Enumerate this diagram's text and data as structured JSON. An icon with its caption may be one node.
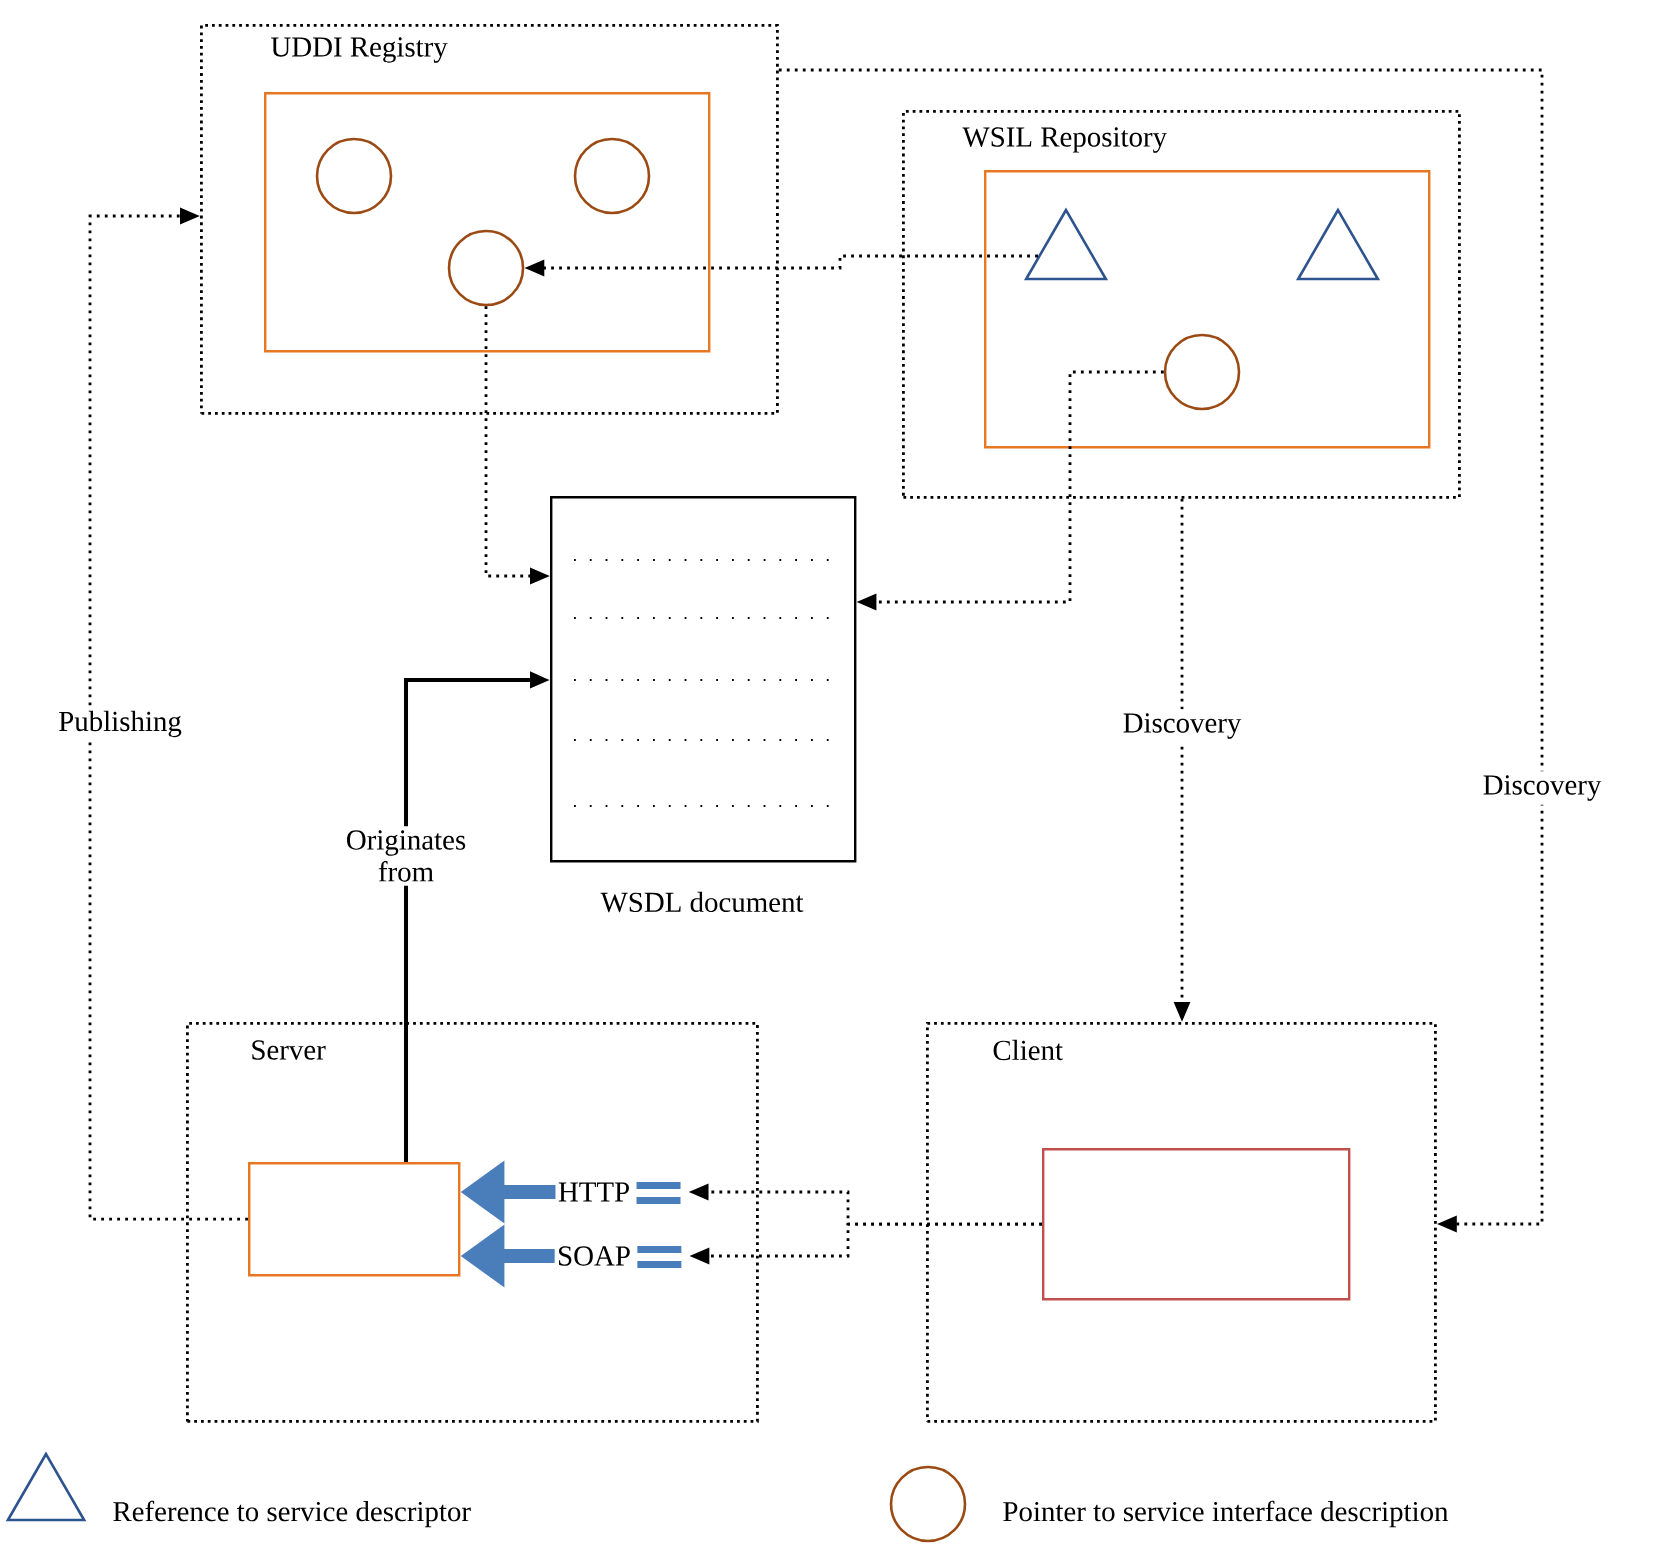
{
  "diagram": {
    "nodes": [
      {
        "text": [
          "UDDI Registry"
        ]
      },
      {
        "text": [],
        "shape": "box",
        "in": 0
      },
      {
        "text": [],
        "shape": "circle",
        "in": 1
      },
      {
        "text": [],
        "shape": "circle",
        "in": 1
      },
      {
        "text": [],
        "shape": "circle",
        "in": 1
      },
      {
        "text": [
          "WSIL Repository"
        ]
      },
      {
        "text": [],
        "shape": "box",
        "in": 5
      },
      {
        "text": [],
        "shape": "triangle",
        "in": 6
      },
      {
        "text": [],
        "shape": "triangle",
        "in": 6
      },
      {
        "text": [],
        "shape": "circle",
        "in": 6
      },
      {
        "text": [
          "WSDL document"
        ]
      },
      {
        "text": [
          "Server"
        ]
      },
      {
        "text": [],
        "shape": "box",
        "in": 11
      },
      {
        "text": [
          "Client"
        ]
      },
      {
        "text": [],
        "shape": "box",
        "in": 13
      },
      {
        "text": [
          "HTTP"
        ],
        "in": 11
      },
      {
        "text": [
          "SOAP"
        ],
        "in": 11
      }
    ],
    "edges": [
      {
        "from": 4,
        "to": 10,
        "arrow": "to",
        "style": "dashed"
      },
      {
        "from": 7,
        "to": 4,
        "arrow": "to",
        "style": "dashed"
      },
      {
        "from": 9,
        "to": 10,
        "arrow": "to",
        "style": "dashed"
      },
      {
        "from": 12,
        "to": 10,
        "arrow": "to",
        "label": "Originates from"
      },
      {
        "from": 12,
        "to": 0,
        "arrow": "to",
        "label": "Publishing",
        "style": "dashed"
      },
      {
        "from": 5,
        "to": 13,
        "arrow": "to",
        "label": "Discovery",
        "style": "dashed"
      },
      {
        "from": 0,
        "to": 13,
        "arrow": "to",
        "label": "Discovery",
        "style": "dashed"
      },
      {
        "from": 14,
        "to": 15,
        "arrow": "to",
        "style": "dashed"
      },
      {
        "from": 14,
        "to": 16,
        "arrow": "to",
        "style": "dashed"
      },
      {
        "from": 15,
        "to": 12,
        "arrow": "to",
        "style": "thick",
        "color": "#4a7ebb"
      },
      {
        "from": 16,
        "to": 12,
        "arrow": "to",
        "style": "thick",
        "color": "#4a7ebb"
      }
    ],
    "legend": [
      {
        "text": "Reference to service descriptor"
      },
      {
        "text": "Pointer to service interface description"
      }
    ]
  }
}
